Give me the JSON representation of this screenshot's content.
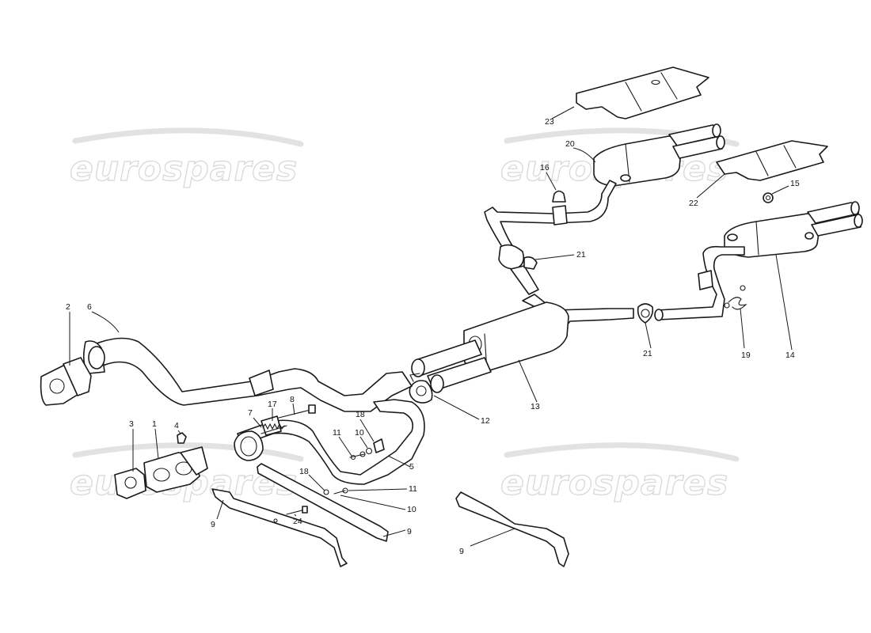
{
  "watermark": {
    "text": "eurospares",
    "color": "#d8d8d8"
  },
  "diagram": {
    "line_color": "#1a1a1a",
    "callouts": [
      "1",
      "2",
      "3",
      "4",
      "5",
      "6",
      "7",
      "8",
      "9",
      "9",
      "9",
      "10",
      "10",
      "11",
      "11",
      "12",
      "13",
      "14",
      "15",
      "16",
      "17",
      "18",
      "18",
      "19",
      "20",
      "21",
      "21",
      "22",
      "23",
      "24"
    ]
  }
}
